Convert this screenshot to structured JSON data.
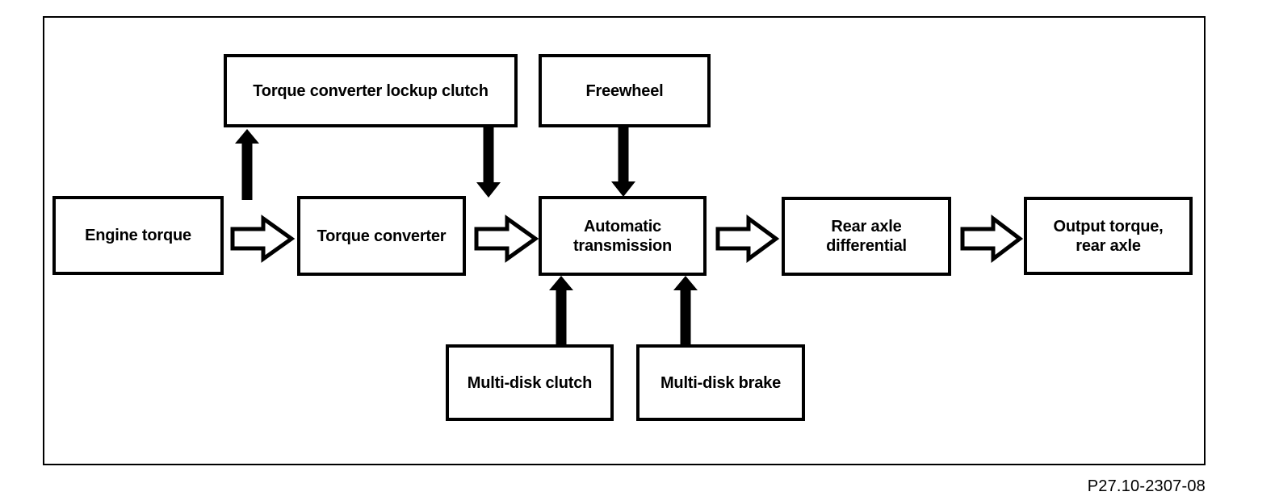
{
  "window": {
    "background": "#ffffff",
    "ink": "#000000"
  },
  "caption": "P27.10-2307-08",
  "boxes": {
    "engine_torque": {
      "label": "Engine torque"
    },
    "torque_converter": {
      "label": "Torque converter"
    },
    "automatic_transmission": {
      "label": "Automatic\ntransmission"
    },
    "rear_axle_differential": {
      "label": "Rear axle\ndifferential"
    },
    "output_torque_rear_axle": {
      "label": "Output torque,\nrear axle"
    },
    "torque_converter_lockup_clutch": {
      "label": "Torque converter lockup clutch"
    },
    "freewheel": {
      "label": "Freewheel"
    },
    "multi_disk_clutch": {
      "label": "Multi-disk clutch"
    },
    "multi_disk_brake": {
      "label": "Multi-disk brake"
    }
  },
  "connections": [
    {
      "from": "engine_torque",
      "to": "torque_converter",
      "style": "hollow-right-arrow"
    },
    {
      "from": "torque_converter",
      "to": "automatic_transmission",
      "style": "hollow-right-arrow"
    },
    {
      "from": "automatic_transmission",
      "to": "rear_axle_differential",
      "style": "hollow-right-arrow"
    },
    {
      "from": "rear_axle_differential",
      "to": "output_torque_rear_axle",
      "style": "hollow-right-arrow"
    },
    {
      "from": "flow-after-engine-torque",
      "to": "torque_converter_lockup_clutch",
      "style": "solid-up-arrow"
    },
    {
      "from": "torque_converter_lockup_clutch",
      "to": "flow-before-automatic-transmission",
      "style": "solid-down-arrow"
    },
    {
      "from": "freewheel",
      "to": "automatic_transmission",
      "style": "solid-down-arrow"
    },
    {
      "from": "multi_disk_clutch",
      "to": "automatic_transmission",
      "style": "solid-up-arrow"
    },
    {
      "from": "multi_disk_brake",
      "to": "automatic_transmission",
      "style": "solid-up-arrow"
    }
  ]
}
